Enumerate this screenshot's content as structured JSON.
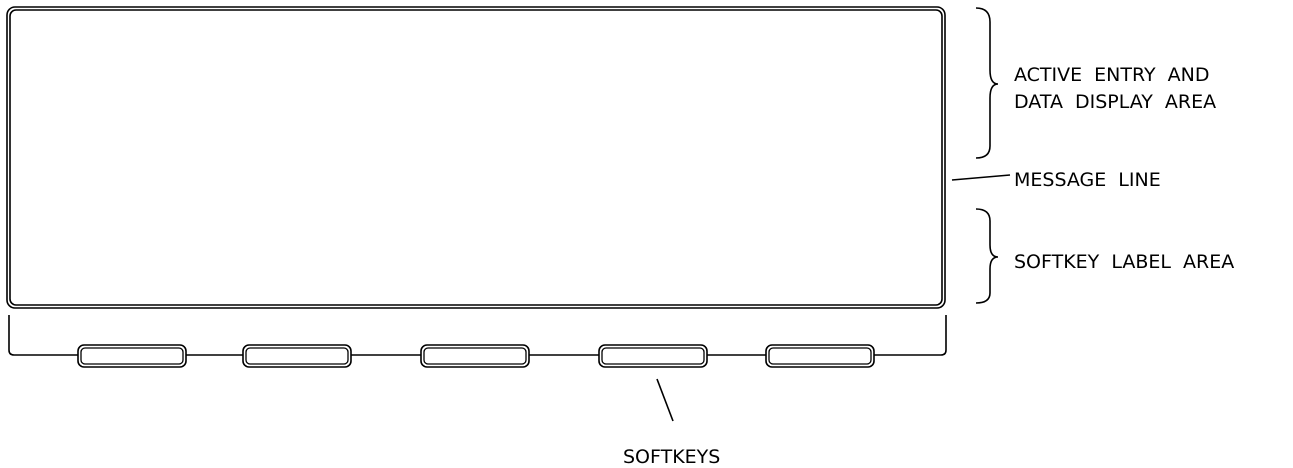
{
  "labels": {
    "active_entry_line1": "ACTIVE ENTRY AND",
    "active_entry_line2": "DATA DISPLAY AREA",
    "message_line": "MESSAGE LINE",
    "softkey_label_area": "SOFTKEY LABEL AREA",
    "softkeys": "SOFTKEYS"
  },
  "softkey_count": 5,
  "colors": {
    "line": "#000000",
    "background": "#ffffff"
  }
}
